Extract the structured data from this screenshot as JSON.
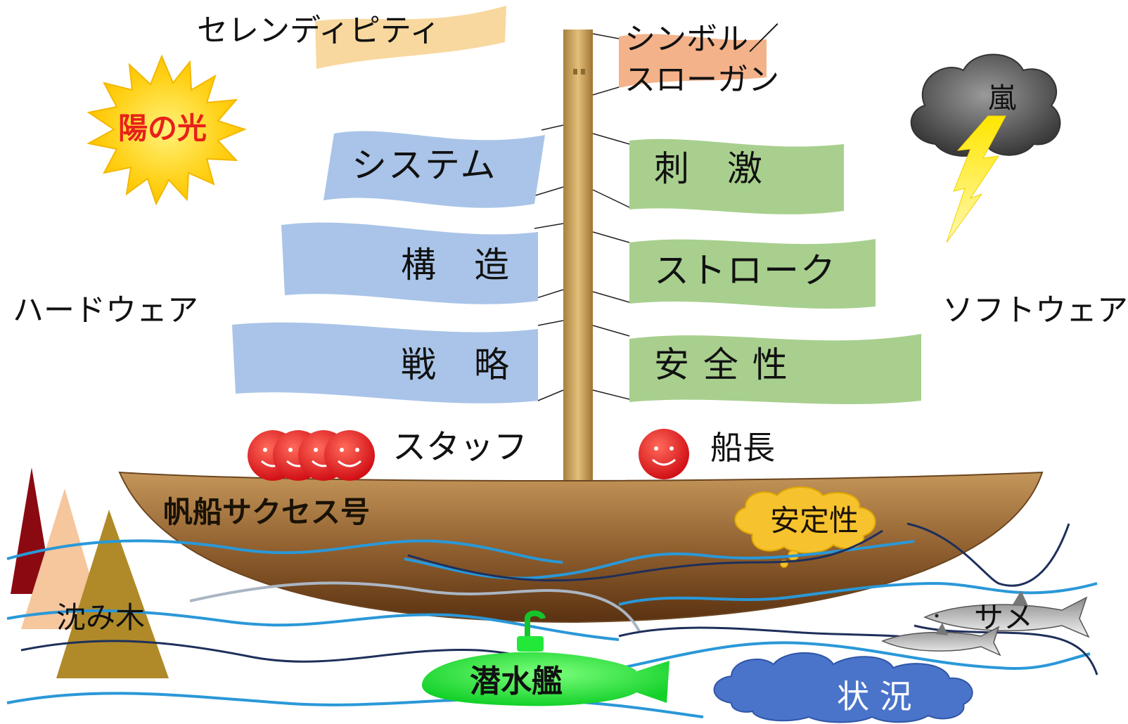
{
  "labels": {
    "serendipity": "セレンディピティ",
    "symbol_line1": "シンボル／",
    "symbol_line2": "スローガン",
    "sunlight": "陽の光",
    "storm": "嵐",
    "system": "システム",
    "structure": "構　造",
    "strategy": "戦　略",
    "stimulus": "刺　激",
    "stroke": "ストローク",
    "safety": "安 全 性",
    "hardware": "ハードウェア",
    "software": "ソフトウェア",
    "staff": "スタッフ",
    "captain": "船長",
    "ship_name": "帆船サクセス号",
    "stability": "安定性",
    "sunken_wood": "沈み木",
    "shark": "サメ",
    "submarine": "潜水艦",
    "situation": "状 況"
  },
  "colors": {
    "left_flag": "#a9c4e8",
    "right_flag": "#a8cf8e",
    "top_left_flag": "#f8d699",
    "top_right_flag": "#f3b28a",
    "sun": "#ffd21a",
    "sunlight_text": "#e8201a",
    "mast": "#c9a15a",
    "hull_top": "#b88a4e",
    "hull_bottom": "#6b3f1c",
    "stability_cloud": "#f6c22e",
    "situation_cloud": "#4a74c9",
    "submarine": "#22e83a",
    "storm_cloud": "#4a4a4a",
    "lightning": "#ffe81a",
    "wave": "#2a8fd1",
    "face": "#e8171d"
  }
}
